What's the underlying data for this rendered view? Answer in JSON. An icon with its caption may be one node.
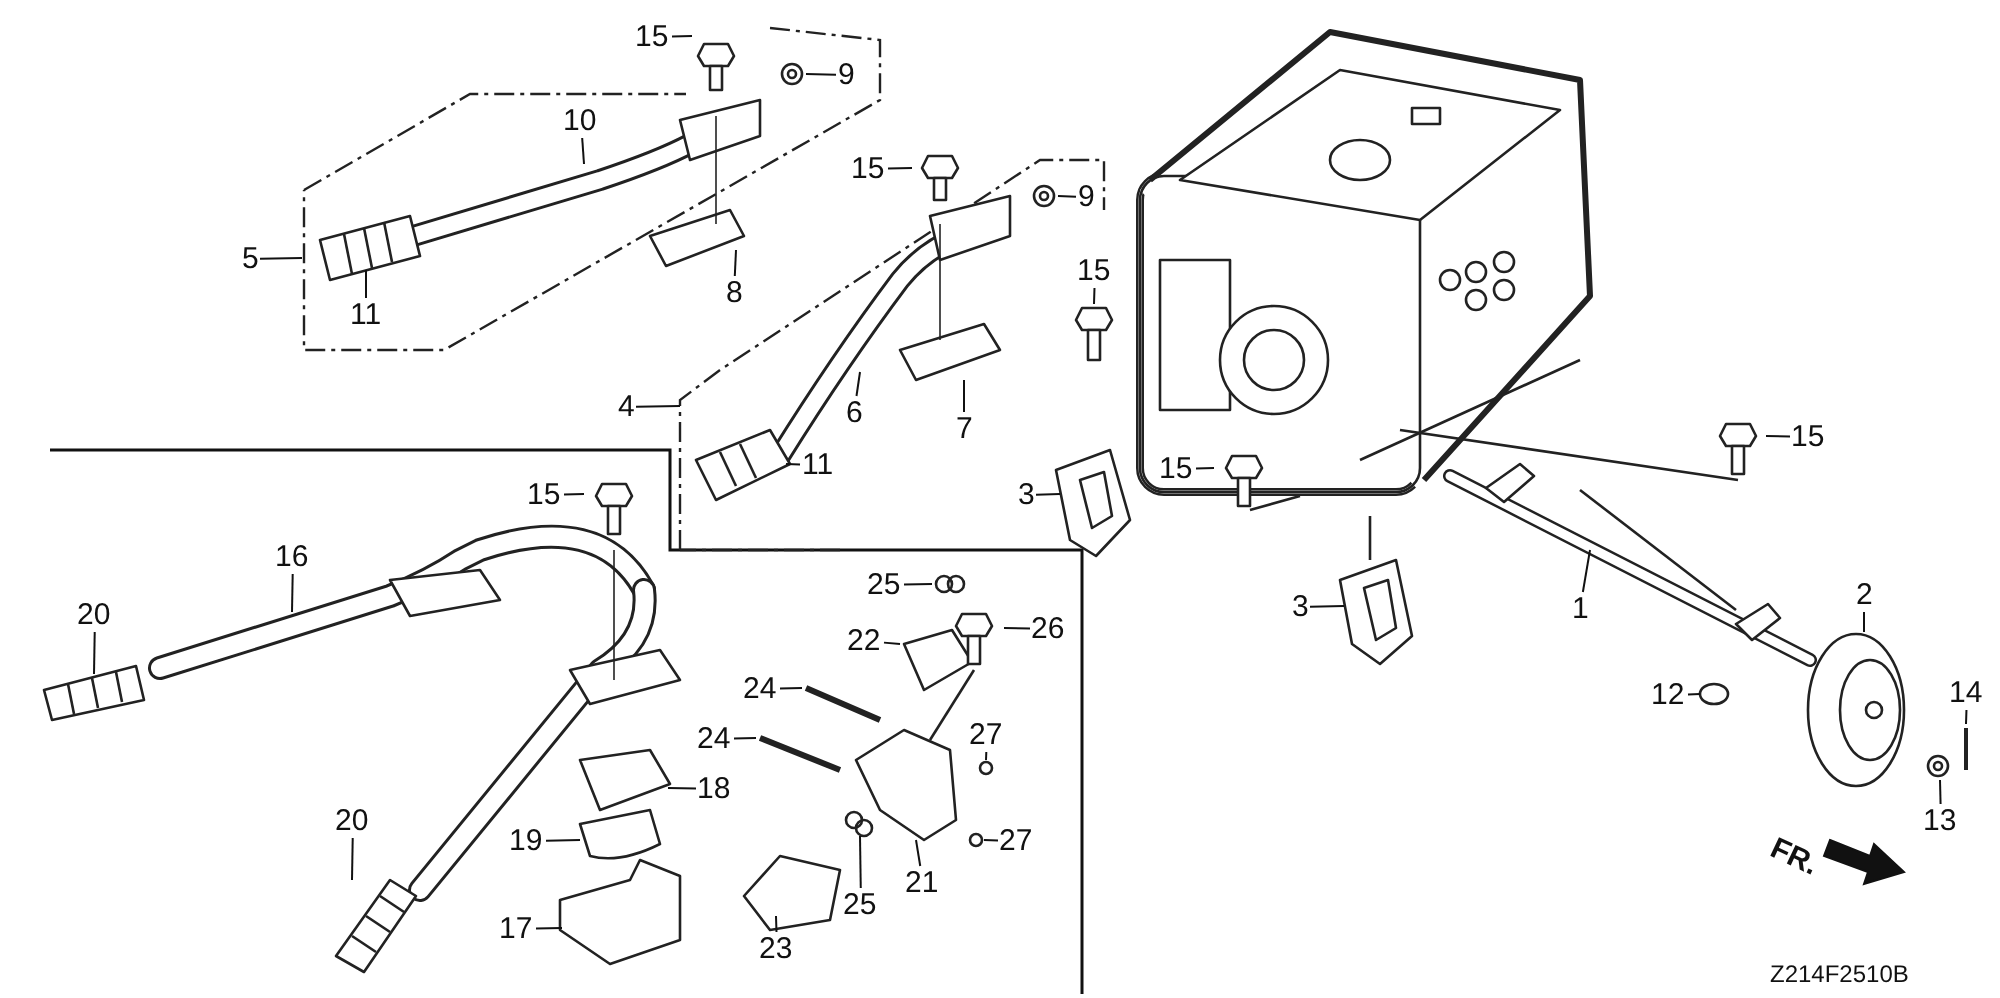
{
  "diagram": {
    "nodes": [
      {
        "text": [
          "15"
        ]
      },
      {
        "text": [
          "9"
        ]
      },
      {
        "text": [
          "10"
        ]
      },
      {
        "text": [
          "5"
        ]
      },
      {
        "text": [
          "11"
        ]
      },
      {
        "text": [
          "8"
        ]
      },
      {
        "text": [
          "15"
        ]
      },
      {
        "text": [
          "9"
        ]
      },
      {
        "text": [
          "15"
        ]
      },
      {
        "text": [
          "4"
        ]
      },
      {
        "text": [
          "6"
        ]
      },
      {
        "text": [
          "7"
        ]
      },
      {
        "text": [
          "11"
        ]
      },
      {
        "text": [
          "3"
        ]
      },
      {
        "text": [
          "15"
        ]
      },
      {
        "text": [
          "15"
        ]
      },
      {
        "text": [
          "3"
        ]
      },
      {
        "text": [
          "1"
        ]
      },
      {
        "text": [
          "2"
        ]
      },
      {
        "text": [
          "12"
        ]
      },
      {
        "text": [
          "14"
        ]
      },
      {
        "text": [
          "13"
        ]
      },
      {
        "text": [
          "15"
        ]
      },
      {
        "text": [
          "16"
        ]
      },
      {
        "text": [
          "20"
        ]
      },
      {
        "text": [
          "25"
        ]
      },
      {
        "text": [
          "22"
        ]
      },
      {
        "text": [
          "26"
        ]
      },
      {
        "text": [
          "24"
        ]
      },
      {
        "text": [
          "24"
        ]
      },
      {
        "text": [
          "18"
        ]
      },
      {
        "text": [
          "27"
        ]
      },
      {
        "text": [
          "20"
        ]
      },
      {
        "text": [
          "19"
        ]
      },
      {
        "text": [
          "25"
        ]
      },
      {
        "text": [
          "21"
        ]
      },
      {
        "text": [
          "27"
        ]
      },
      {
        "text": [
          "17"
        ]
      },
      {
        "text": [
          "23"
        ]
      }
    ],
    "edges": [
      {
        "from": 0,
        "to": null,
        "arrow": "none"
      },
      {
        "from": 1,
        "to": null,
        "arrow": "none"
      },
      {
        "from": 2,
        "to": null,
        "arrow": "none"
      },
      {
        "from": 3,
        "to": null,
        "arrow": "none"
      },
      {
        "from": 4,
        "to": null,
        "arrow": "none"
      },
      {
        "from": 5,
        "to": null,
        "arrow": "none"
      },
      {
        "from": 6,
        "to": null,
        "arrow": "none"
      },
      {
        "from": 7,
        "to": null,
        "arrow": "none"
      },
      {
        "from": 8,
        "to": null,
        "arrow": "none"
      },
      {
        "from": 9,
        "to": null,
        "arrow": "none"
      },
      {
        "from": 10,
        "to": null,
        "arrow": "none"
      },
      {
        "from": 11,
        "to": null,
        "arrow": "none"
      },
      {
        "from": 12,
        "to": null,
        "arrow": "none"
      },
      {
        "from": 13,
        "to": null,
        "arrow": "none"
      },
      {
        "from": 14,
        "to": null,
        "arrow": "none"
      },
      {
        "from": 15,
        "to": null,
        "arrow": "none"
      },
      {
        "from": 16,
        "to": null,
        "arrow": "none"
      },
      {
        "from": 17,
        "to": null,
        "arrow": "none"
      },
      {
        "from": 18,
        "to": null,
        "arrow": "none"
      },
      {
        "from": 19,
        "to": null,
        "arrow": "none"
      },
      {
        "from": 20,
        "to": null,
        "arrow": "none"
      },
      {
        "from": 21,
        "to": null,
        "arrow": "none"
      },
      {
        "from": 22,
        "to": null,
        "arrow": "none"
      },
      {
        "from": 23,
        "to": null,
        "arrow": "none"
      },
      {
        "from": 24,
        "to": null,
        "arrow": "none"
      },
      {
        "from": 25,
        "to": null,
        "arrow": "none"
      },
      {
        "from": 26,
        "to": null,
        "arrow": "none"
      },
      {
        "from": 27,
        "to": null,
        "arrow": "none"
      },
      {
        "from": 28,
        "to": null,
        "arrow": "none"
      },
      {
        "from": 29,
        "to": null,
        "arrow": "none"
      },
      {
        "from": 30,
        "to": null,
        "arrow": "none"
      },
      {
        "from": 31,
        "to": null,
        "arrow": "none"
      },
      {
        "from": 32,
        "to": null,
        "arrow": "none"
      },
      {
        "from": 33,
        "to": null,
        "arrow": "none"
      },
      {
        "from": 34,
        "to": null,
        "arrow": "none"
      },
      {
        "from": 35,
        "to": null,
        "arrow": "none"
      },
      {
        "from": 36,
        "to": null,
        "arrow": "none"
      },
      {
        "from": 37,
        "to": null,
        "arrow": "none"
      },
      {
        "from": 38,
        "to": null,
        "arrow": "none"
      }
    ],
    "labels": [
      "FR.",
      "Z214F2510B"
    ]
  }
}
